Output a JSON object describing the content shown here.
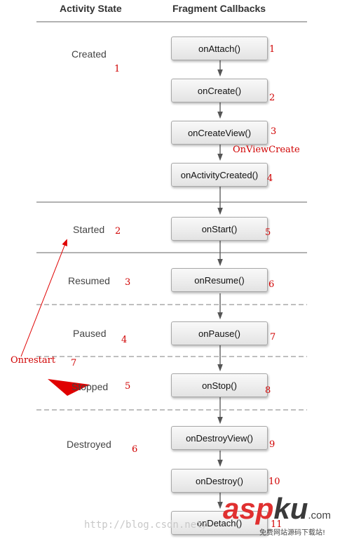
{
  "headers": {
    "activity_state": "Activity State",
    "fragment_callbacks": "Fragment Callbacks"
  },
  "states": [
    {
      "label": "Created",
      "num": "1"
    },
    {
      "label": "Started",
      "num": "2"
    },
    {
      "label": "Resumed",
      "num": "3"
    },
    {
      "label": "Paused",
      "num": "4"
    },
    {
      "label": "Stopped",
      "num": "5"
    },
    {
      "label": "Destroyed",
      "num": "6"
    }
  ],
  "callbacks": [
    {
      "label": "onAttach()",
      "num": "1"
    },
    {
      "label": "onCreate()",
      "num": "2"
    },
    {
      "label": "onCreateView()",
      "num": "3"
    },
    {
      "label": "onActivityCreated()",
      "num": "4"
    },
    {
      "label": "onStart()",
      "num": "5"
    },
    {
      "label": "onResume()",
      "num": "6"
    },
    {
      "label": "onPause()",
      "num": "7"
    },
    {
      "label": "onStop()",
      "num": "8"
    },
    {
      "label": "onDestroyView()",
      "num": "9"
    },
    {
      "label": "onDestroy()",
      "num": "10"
    },
    {
      "label": "onDetach()",
      "num": "11"
    }
  ],
  "annotations": {
    "onviewcreate": "OnViewCreate",
    "onrestart": "Onrestart",
    "onrestart_num": "7"
  },
  "watermark": {
    "url": "http://blog.csdn.net/",
    "asp": "asp",
    "ku": "ku",
    "com": ".com",
    "tagline": "免费网站源码下载站!"
  },
  "colors": {
    "annotation": "#d00000",
    "box_border": "#a8a8a8",
    "separator": "#999999"
  }
}
